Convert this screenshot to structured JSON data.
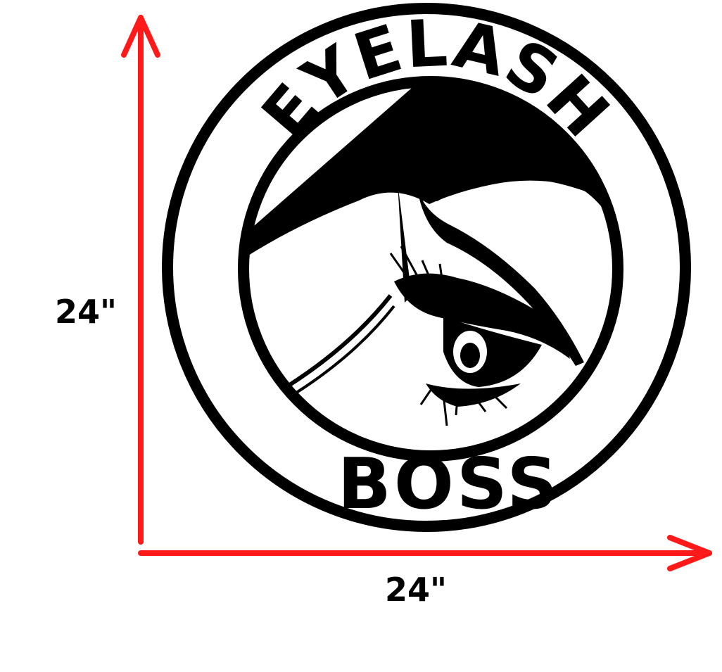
{
  "sign": {
    "top_text": "EYELASH",
    "bottom_text": "BOSS"
  },
  "dimensions": {
    "height_label": "24\"",
    "width_label": "24\""
  },
  "colors": {
    "arrow": "#ff1a1a",
    "ink": "#000000",
    "background": "#ffffff"
  }
}
